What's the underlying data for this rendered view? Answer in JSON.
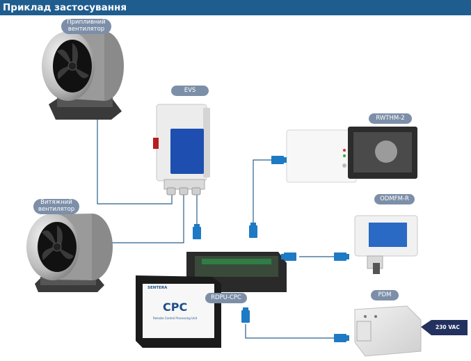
{
  "header": {
    "title": "Приклад застосування"
  },
  "labels": {
    "supply_fan": "Припливний\nвентилятор",
    "exhaust_fan": "Витяжний\nвентилятор",
    "evs": "EVS",
    "rwthm": "RWTHM-2",
    "odmfm": "ODMFM-R",
    "rdpu": "RDPU-CPC",
    "pdm": "PDM"
  },
  "cpc": {
    "brand": "SENTERA",
    "title": "CPC",
    "subtitle": "Remote Control Processing Unit"
  },
  "power": {
    "voltage": "230 VAC"
  },
  "colors": {
    "header": "#1f5d8f",
    "pill": "#7d8fa8",
    "cable": "#2a5f8a",
    "arrow": "#23315f",
    "connector": "#1e7ac4"
  }
}
